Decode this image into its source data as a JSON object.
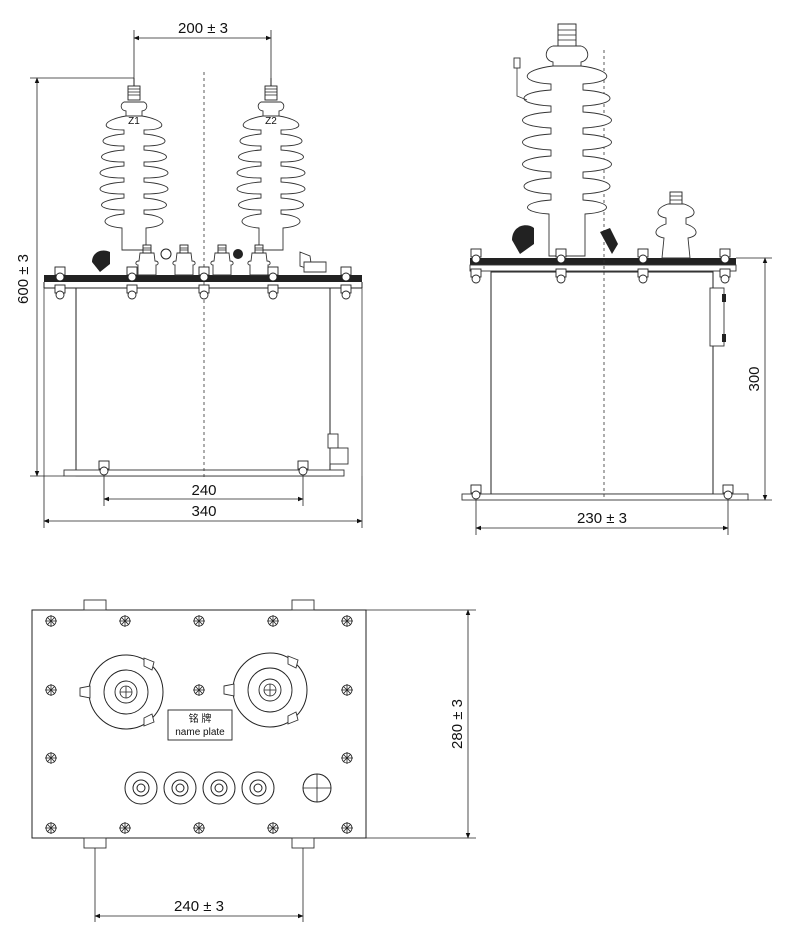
{
  "front_view": {
    "dim_top": "200 ± 3",
    "dim_height": "600 ± 3",
    "dim_mount": "240",
    "dim_width": "340",
    "terminal_left": "Z1",
    "terminal_right": "Z2"
  },
  "side_view": {
    "dim_height": "300",
    "dim_width": "230 ± 3"
  },
  "top_view": {
    "dim_depth": "280 ± 3",
    "dim_mount": "240 ± 3",
    "plate_label_cn": "铭 牌",
    "plate_label_en": "name plate"
  }
}
